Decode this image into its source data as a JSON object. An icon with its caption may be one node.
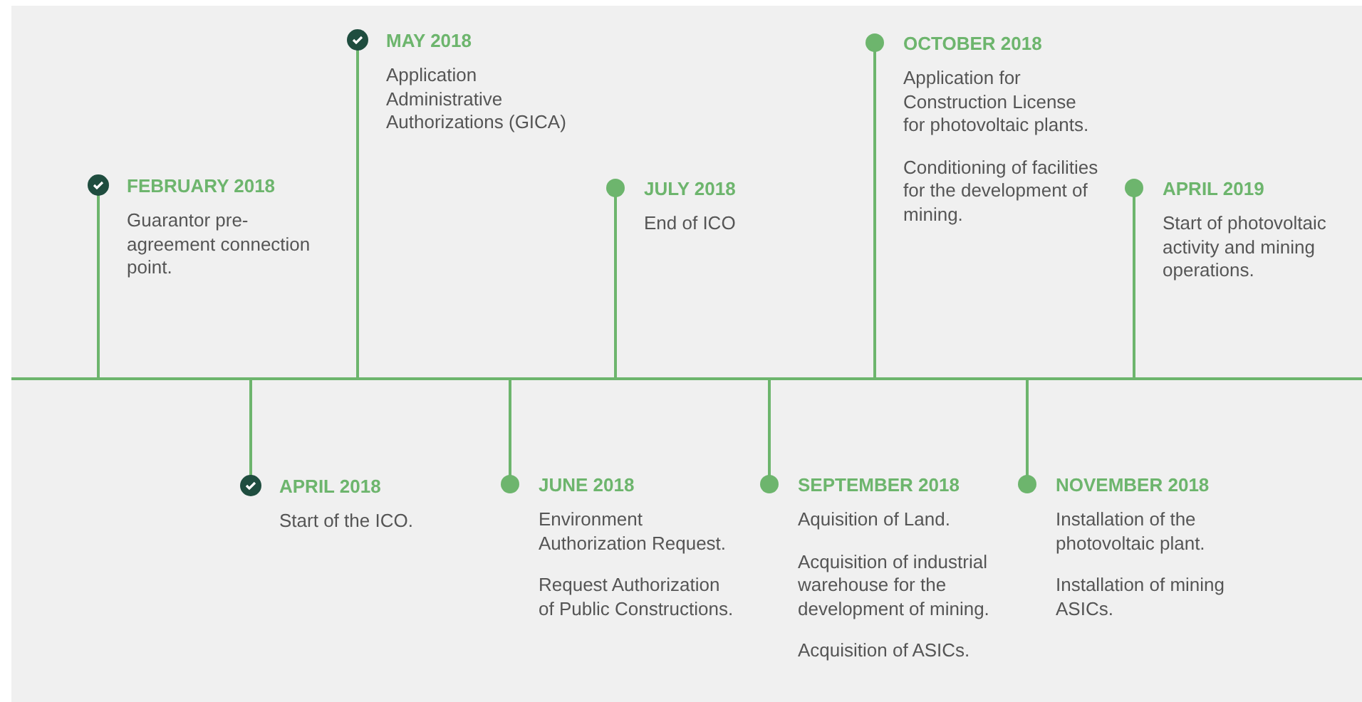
{
  "diagram": {
    "nodes": [
      {
        "text": [
          "FEBRUARY 2018",
          "Guarantor pre-agreement connection point."
        ]
      },
      {
        "text": [
          "APRIL 2018",
          "Start of the ICO."
        ]
      },
      {
        "text": [
          "MAY 2018",
          "Application Administrative Authorizations (GICA)"
        ]
      },
      {
        "text": [
          "JUNE 2018",
          "Environment Authorization Request.",
          "Request Authorization of Public Constructions."
        ]
      },
      {
        "text": [
          "JULY 2018",
          "End of ICO"
        ]
      },
      {
        "text": [
          "SEPTEMBER 2018",
          "Aquisition of Land.",
          "Acquisition of industrial warehouse for the development of mining.",
          "Acquisition of ASICs."
        ]
      },
      {
        "text": [
          "OCTOBER 2018",
          "Application for Construction License for photovoltaic plants.",
          "Conditioning of facilities for the development of mining."
        ]
      },
      {
        "text": [
          "NOVEMBER 2018",
          "Installation of the photovoltaic plant.",
          "Installation of mining ASICs."
        ]
      },
      {
        "text": [
          "APRIL 2019",
          "Start of photovoltaic activity and mining operations."
        ]
      }
    ]
  }
}
